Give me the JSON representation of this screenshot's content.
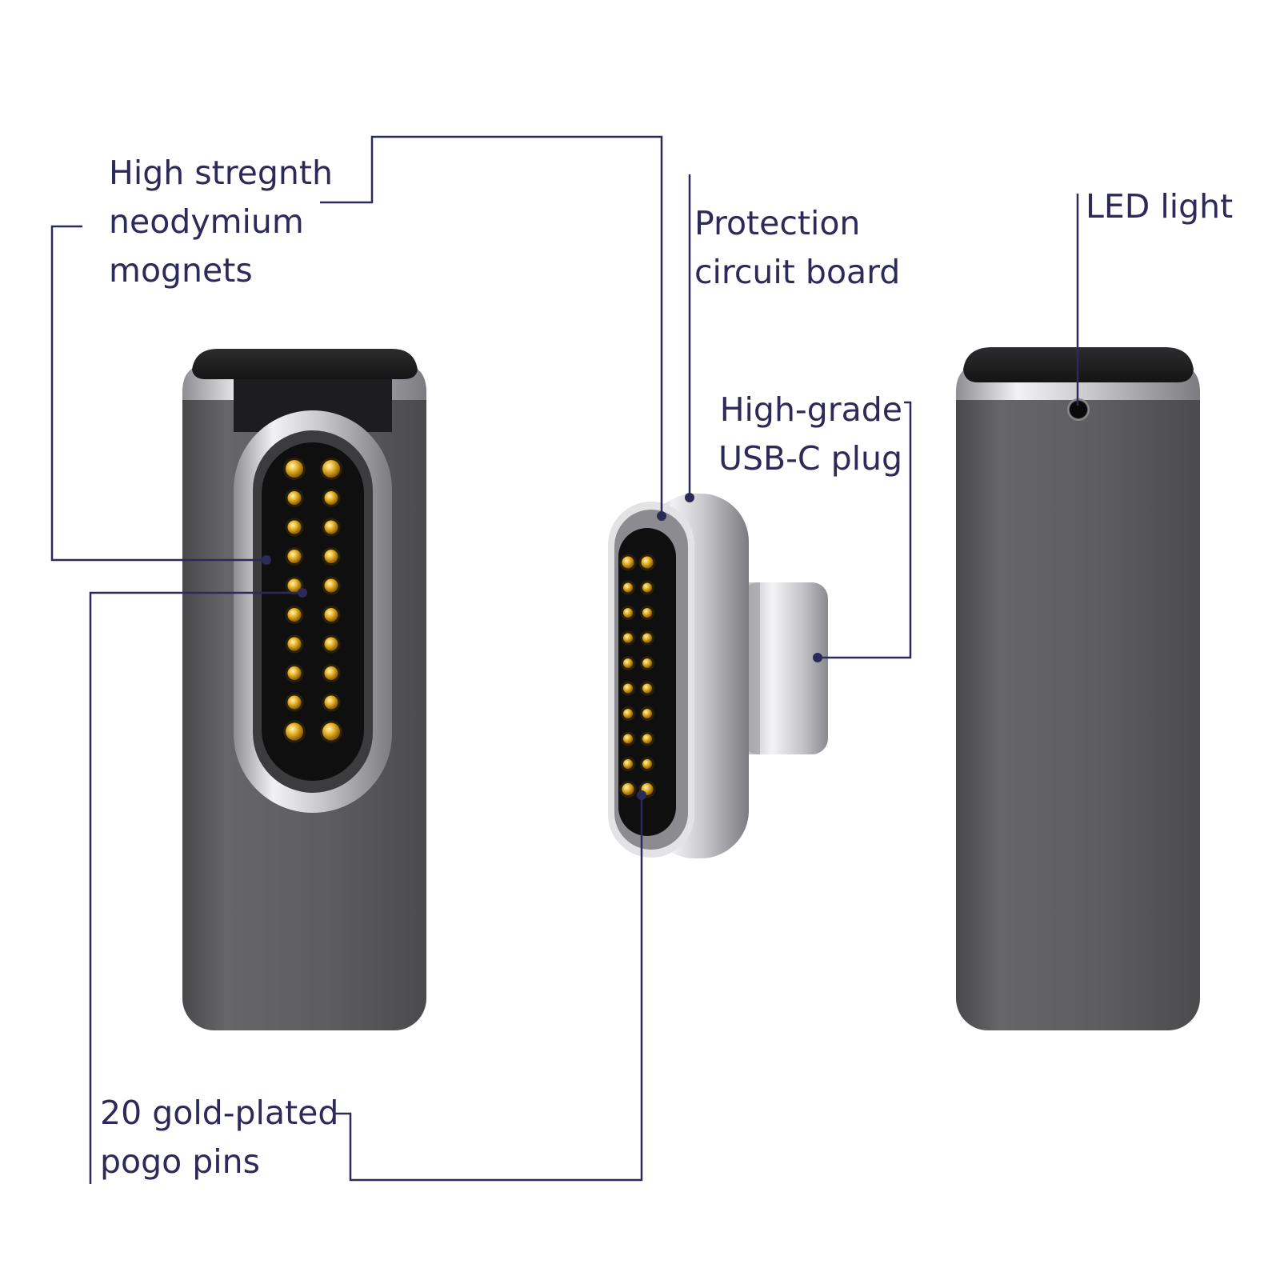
{
  "colors": {
    "text": "#2c2a58",
    "leader": "#2c2a58",
    "body": "#5f5f61",
    "body_dark": "#4a4a4c",
    "chrome": "#d9d9dc",
    "cap": "#1e1e20",
    "contact": "#0f0f10",
    "pin_gold": "#e0aa1c",
    "pin_light": "#fbe8a0",
    "background": "#ffffff"
  },
  "labels": {
    "magnets": [
      "High stregnth",
      "neodymium",
      "mognets"
    ],
    "pcb": [
      "Protection",
      "circuit board"
    ],
    "led": [
      "LED light"
    ],
    "usbc": [
      "High-grade",
      "USB-C plug"
    ],
    "pins": [
      "20 gold-plated",
      "pogo pins"
    ]
  }
}
